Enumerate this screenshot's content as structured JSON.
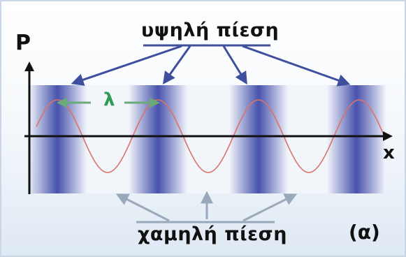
{
  "title_high": "υψηλή πίεση",
  "title_low": "χαμηλή πίεση",
  "axis_y_label": "P",
  "axis_x_label": "x",
  "wavelength_label": "λ",
  "figure_tag": "(α)",
  "colors": {
    "band": "#3f4aa8",
    "wave": "#d9736c",
    "high_arrows": "#3e4f9e",
    "low_arrows": "#9aa8bb",
    "lambda": "#2e9a57"
  }
}
